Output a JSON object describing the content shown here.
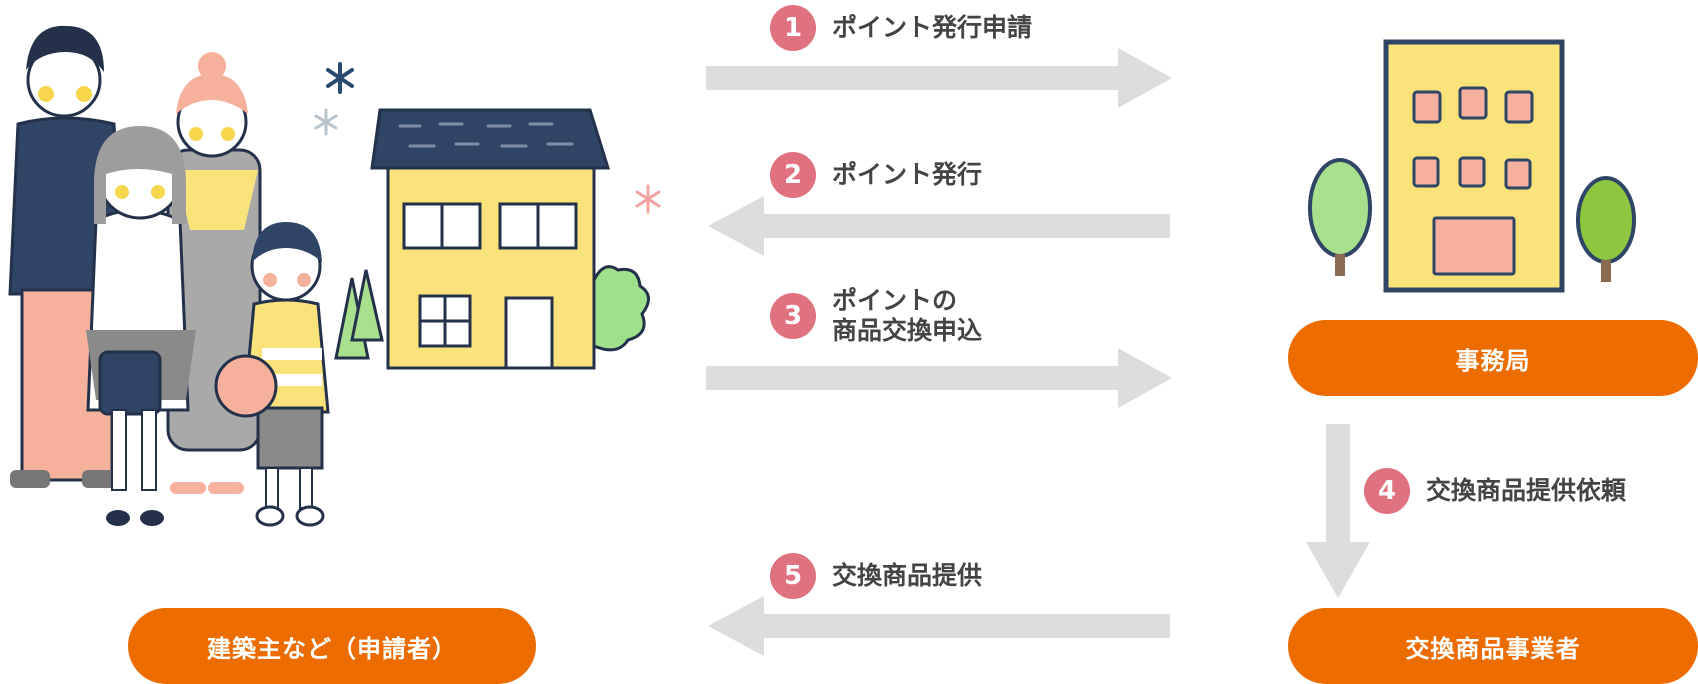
{
  "steps": [
    {
      "num": "1",
      "label": "ポイント発行申請"
    },
    {
      "num": "2",
      "label": "ポイント発行"
    },
    {
      "num": "3",
      "line1": "ポイントの",
      "line2": "商品交換申込"
    },
    {
      "num": "4",
      "label": "交換商品提供依頼"
    },
    {
      "num": "5",
      "label": "交換商品提供"
    }
  ],
  "boxes": {
    "applicant": "建築主など（申請者）",
    "office": "事務局",
    "provider": "交換商品事業者"
  },
  "colors": {
    "pill": "#ec6c00",
    "badge": "#e0717f",
    "arrow": "#dcdcdc",
    "text": "#444444"
  }
}
